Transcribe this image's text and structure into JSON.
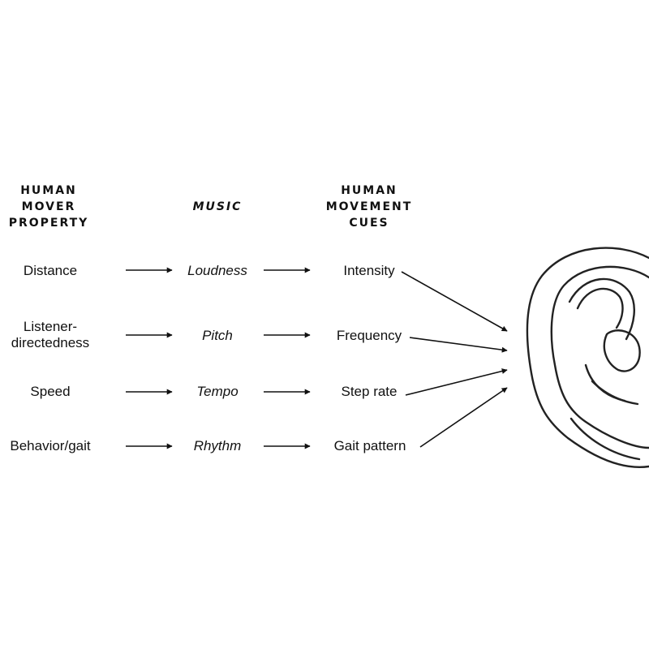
{
  "headers": {
    "property": [
      "HUMAN",
      "MOVER",
      "PROPERTY"
    ],
    "music": [
      "MUSIC"
    ],
    "cues": [
      "HUMAN",
      "MOVEMENT",
      "CUES"
    ]
  },
  "rows": [
    {
      "property": [
        "Distance"
      ],
      "music": "Loudness",
      "cue": "Intensity"
    },
    {
      "property": [
        "Listener-",
        "directedness"
      ],
      "music": "Pitch",
      "cue": "Frequency"
    },
    {
      "property": [
        "Speed"
      ],
      "music": "Tempo",
      "cue": "Step rate"
    },
    {
      "property": [
        "Behavior/gait"
      ],
      "music": "Rhythm",
      "cue": "Gait pattern"
    }
  ],
  "illustration": {
    "icon": "ear-icon"
  }
}
